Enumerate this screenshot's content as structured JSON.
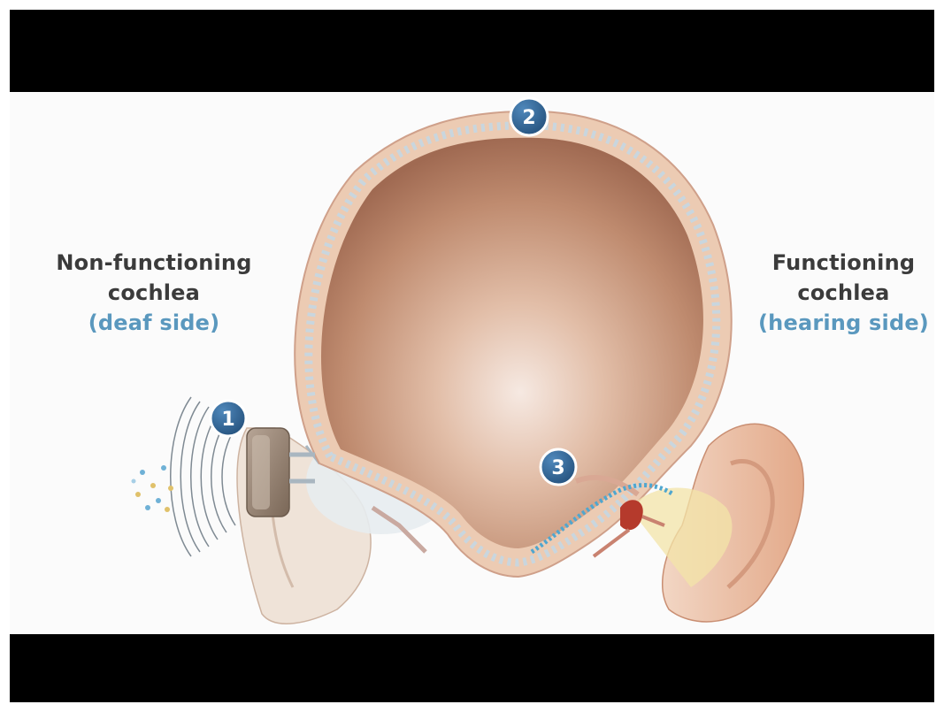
{
  "left_label": {
    "line1": "Non-functioning",
    "line2": "cochlea",
    "line3": "(deaf side)"
  },
  "right_label": {
    "line1": "Functioning",
    "line2": "cochlea",
    "line3": "(hearing side)"
  },
  "markers": [
    "1",
    "2",
    "3"
  ],
  "colors": {
    "label_text": "#3b3b3b",
    "label_accent": "#5a98be",
    "badge_fill": "#2f6699",
    "letterbox": "#000000"
  },
  "icons": [
    "sound-waves-icon",
    "sound-particles-icon",
    "hearing-device-icon"
  ]
}
